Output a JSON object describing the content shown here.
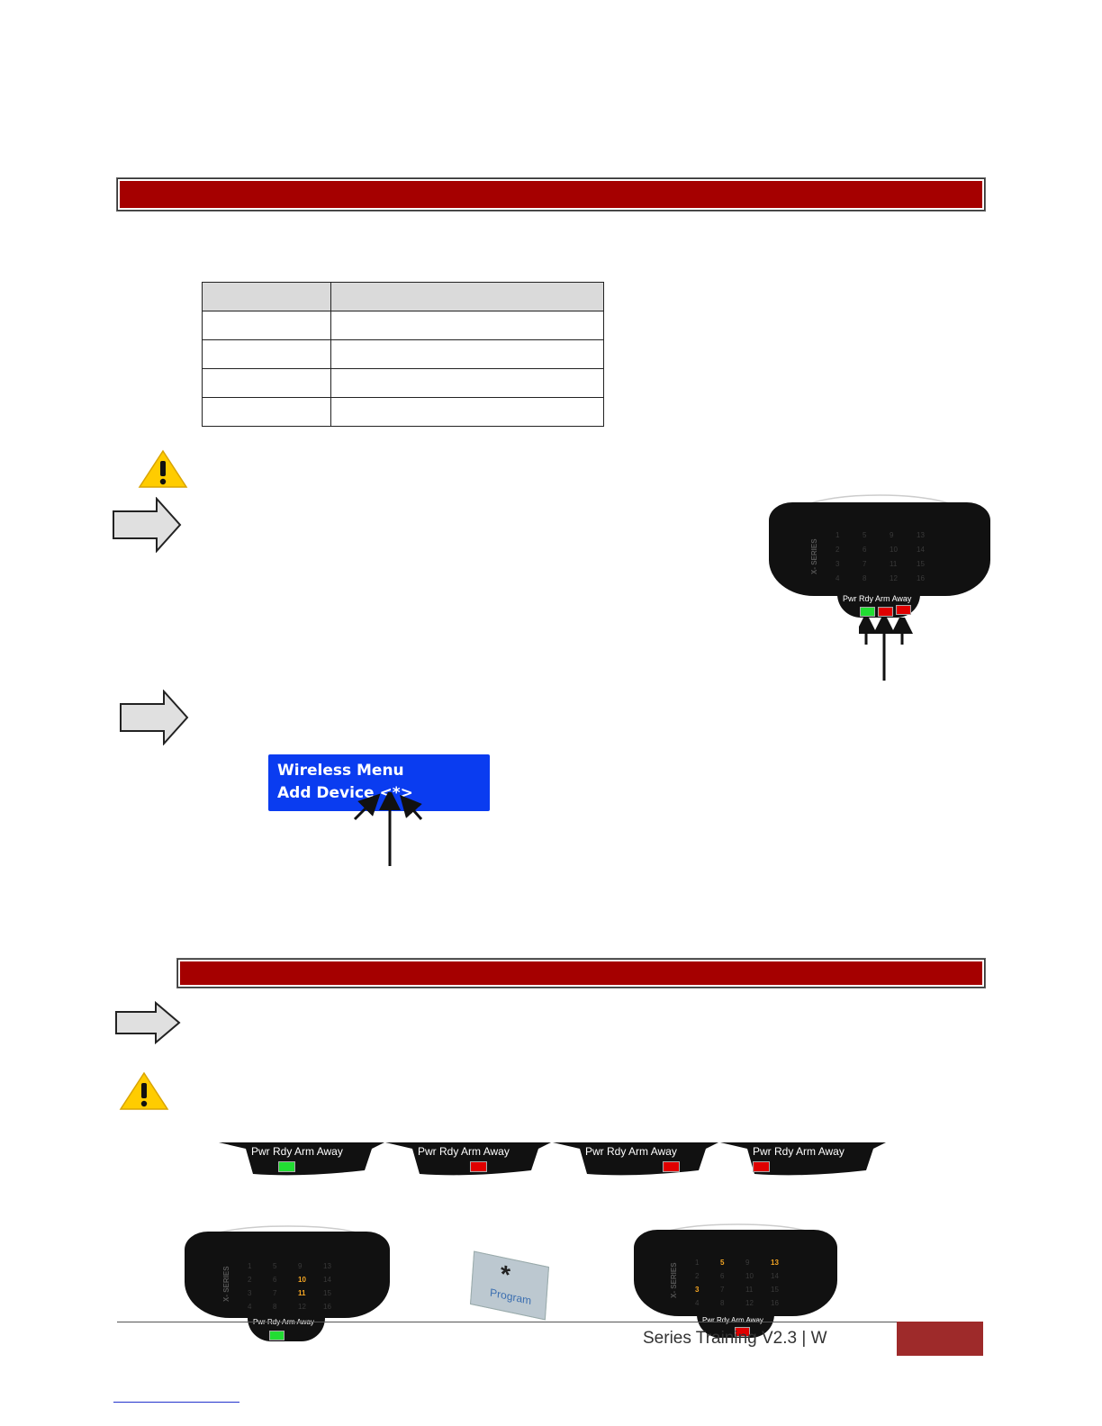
{
  "sections": {
    "bar1_label": "",
    "bar2_label": ""
  },
  "table": {
    "rows": 5
  },
  "lcd": {
    "line1": "Wireless Menu",
    "line2": "Add Device <*>"
  },
  "keypad_labels": {
    "brand": "X- SERIES",
    "pwr": "Pwr",
    "rdy": "Rdy",
    "arm": "Arm",
    "away": "Away"
  },
  "keypad_numbers": [
    "1",
    "5",
    "9",
    "13",
    "2",
    "6",
    "10",
    "14",
    "3",
    "7",
    "11",
    "15",
    "4",
    "8",
    "12",
    "16"
  ],
  "program_key": {
    "symbol": "*",
    "label": "Program"
  },
  "footer": {
    "text": "Series Training V2.3 | W"
  },
  "colors": {
    "section_bar": "#a50000",
    "led_green": "#22dd33",
    "led_red": "#e00000",
    "lit_zone": "#f5a623",
    "lcd_blue": "#0a3cf0"
  }
}
